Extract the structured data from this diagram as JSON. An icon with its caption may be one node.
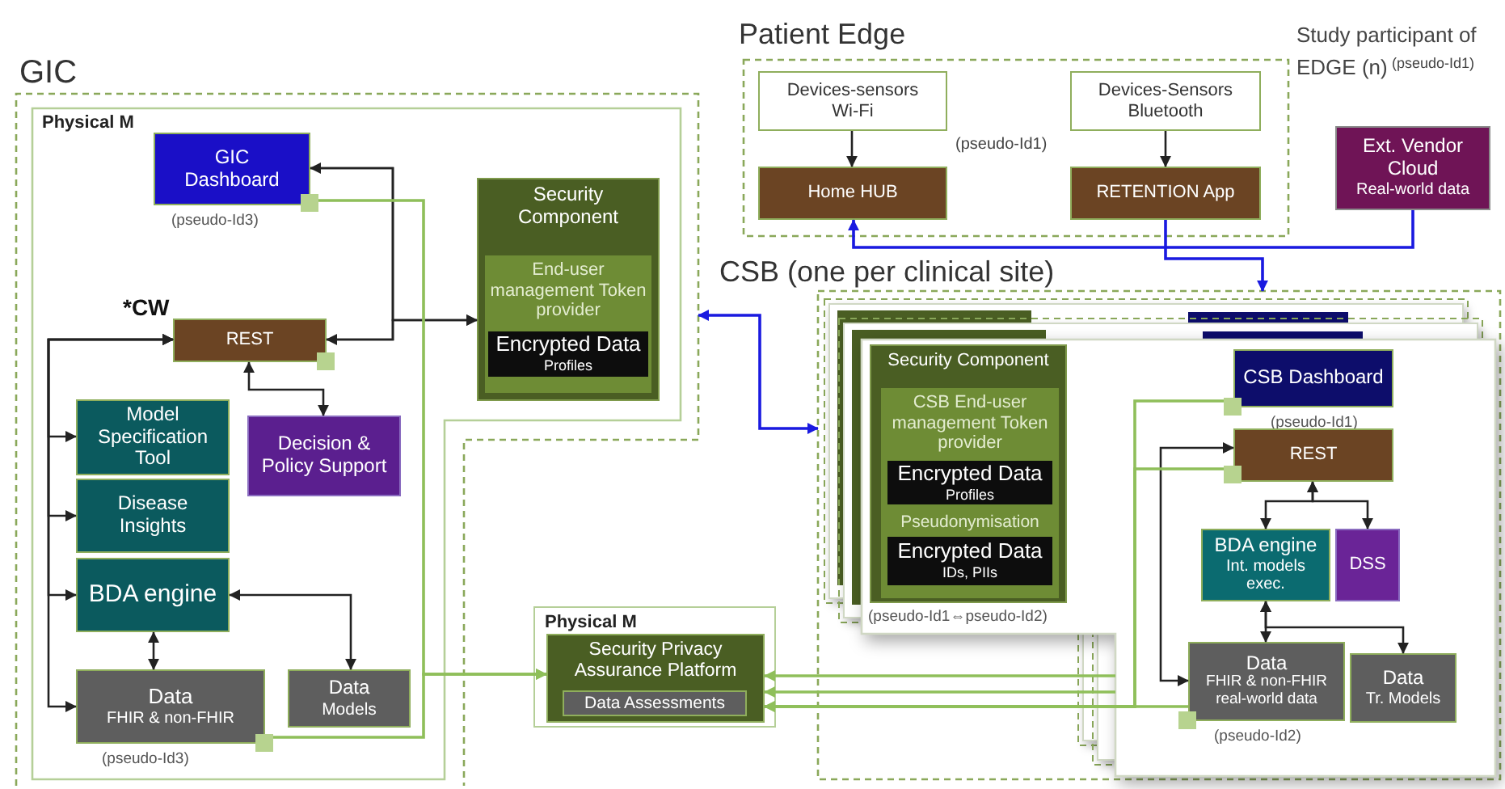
{
  "diagram": {
    "nodes": [
      {
        "text": [
          "GIC"
        ]
      },
      {
        "text": [
          "Physical M"
        ],
        "in": 0
      },
      {
        "text": [
          "GIC Dashboard"
        ],
        "beside": [
          "(pseudo-Id3)"
        ],
        "in": 1
      },
      {
        "text": [
          "Security Component"
        ],
        "in": 1
      },
      {
        "text": [
          "End-user management Token provider"
        ],
        "in": 3
      },
      {
        "text": [
          "Encrypted Data",
          "Profiles"
        ],
        "in": 4
      },
      {
        "text": [
          "REST"
        ],
        "beside": [
          "*CW"
        ],
        "in": 1
      },
      {
        "text": [
          "Model Specification Tool"
        ],
        "in": 1
      },
      {
        "text": [
          "Decision & Policy Support"
        ],
        "in": 1
      },
      {
        "text": [
          "Disease Insights"
        ],
        "in": 1
      },
      {
        "text": [
          "BDA engine"
        ],
        "in": 1
      },
      {
        "text": [
          "Data",
          "FHIR & non-FHIR"
        ],
        "beside": [
          "(pseudo-Id3)"
        ],
        "in": 1
      },
      {
        "text": [
          "Data",
          "Models"
        ],
        "in": 1
      },
      {
        "text": [
          "Patient Edge"
        ]
      },
      {
        "text": [
          "Devices-sensors Wi-Fi"
        ],
        "in": 13
      },
      {
        "text": [
          "Devices-Sensors Bluetooth"
        ],
        "in": 13
      },
      {
        "text": [
          "Home HUB"
        ],
        "in": 13
      },
      {
        "text": [
          "RETENTION App"
        ],
        "in": 13
      },
      {
        "text": [
          "Ext. Vendor Cloud",
          "Real-world data"
        ]
      },
      {
        "text": [
          "CSB (one per clinical site)"
        ]
      },
      {
        "text": [],
        "shape": "box",
        "in": 19
      },
      {
        "text": [
          "Security Component"
        ],
        "beside": [
          "(pseudo-Id1⇔pseudo-Id2)"
        ],
        "in": 20
      },
      {
        "text": [
          "CSB End-user management Token provider"
        ],
        "in": 21
      },
      {
        "text": [
          "Encrypted Data",
          "Profiles"
        ],
        "in": 22
      },
      {
        "text": [
          "Pseudonymisation"
        ],
        "in": 21
      },
      {
        "text": [
          "Encrypted Data",
          "IDs, PIIs"
        ],
        "in": 24
      },
      {
        "text": [
          "CSB Dashboard"
        ],
        "beside": [
          "(pseudo-Id1)"
        ],
        "in": 20
      },
      {
        "text": [
          "REST"
        ],
        "in": 20
      },
      {
        "text": [
          "BDA engine",
          "Int. models exec."
        ],
        "in": 20
      },
      {
        "text": [
          "DSS"
        ],
        "in": 20
      },
      {
        "text": [
          "Data",
          "FHIR & non-FHIR real-world data"
        ],
        "beside": [
          "(pseudo-Id2)"
        ],
        "in": 20
      },
      {
        "text": [
          "Data",
          "Tr. Models"
        ],
        "in": 20
      },
      {
        "text": [
          "Physical M"
        ]
      },
      {
        "text": [
          "Security Privacy Assurance Platform"
        ],
        "in": 32
      },
      {
        "text": [
          "Data Assessments"
        ],
        "in": 33
      }
    ],
    "edges": [
      {
        "from": 6,
        "to": 2,
        "arrow": "both"
      },
      {
        "from": 2,
        "to": 3,
        "arrow": "to"
      },
      {
        "from": 6,
        "to": 3,
        "arrow": "to"
      },
      {
        "from": 6,
        "to": 7,
        "arrow": "both"
      },
      {
        "from": 6,
        "to": 9,
        "arrow": "both"
      },
      {
        "from": 6,
        "to": 10,
        "arrow": "both"
      },
      {
        "from": 6,
        "to": 11,
        "arrow": "both"
      },
      {
        "from": 6,
        "to": 8,
        "arrow": "both"
      },
      {
        "from": 10,
        "to": 11,
        "arrow": "both"
      },
      {
        "from": 10,
        "to": 12,
        "arrow": "both"
      },
      {
        "from": 2,
        "to": 33,
        "arrow": "to",
        "color": "#8fbf5a"
      },
      {
        "from": 11,
        "to": 33,
        "arrow": "to",
        "color": "#8fbf5a"
      },
      {
        "from": 14,
        "to": 16,
        "arrow": "to"
      },
      {
        "from": 15,
        "to": 17,
        "arrow": "to"
      },
      {
        "from": 18,
        "to": 16,
        "arrow": "to",
        "color": "#1a1ae0"
      },
      {
        "from": 17,
        "to": 19,
        "arrow": "to",
        "color": "#1a1ae0"
      },
      {
        "from": 0,
        "to": 19,
        "arrow": "both",
        "color": "#1a1ae0"
      },
      {
        "from": 27,
        "to": 28,
        "arrow": "both"
      },
      {
        "from": 27,
        "to": 29,
        "arrow": "both"
      },
      {
        "from": 27,
        "to": 30,
        "arrow": "both"
      },
      {
        "from": 28,
        "to": 30,
        "arrow": "both"
      },
      {
        "from": 28,
        "to": 31,
        "arrow": "both"
      },
      {
        "from": 26,
        "to": 33,
        "arrow": "to",
        "color": "#8fbf5a"
      },
      {
        "from": 27,
        "to": 33,
        "arrow": "to",
        "color": "#8fbf5a"
      },
      {
        "from": 30,
        "to": 33,
        "arrow": "to",
        "color": "#8fbf5a"
      },
      {
        "from": 20,
        "to": 33,
        "arrow": "to",
        "color": "#8fbf5a"
      },
      {
        "from": 20,
        "to": 33,
        "arrow": "to",
        "color": "#8fbf5a"
      }
    ],
    "labels": [
      "Study participant of EDGE (n)",
      "(pseudo-Id1)",
      "(pseudo-Id1)"
    ]
  }
}
